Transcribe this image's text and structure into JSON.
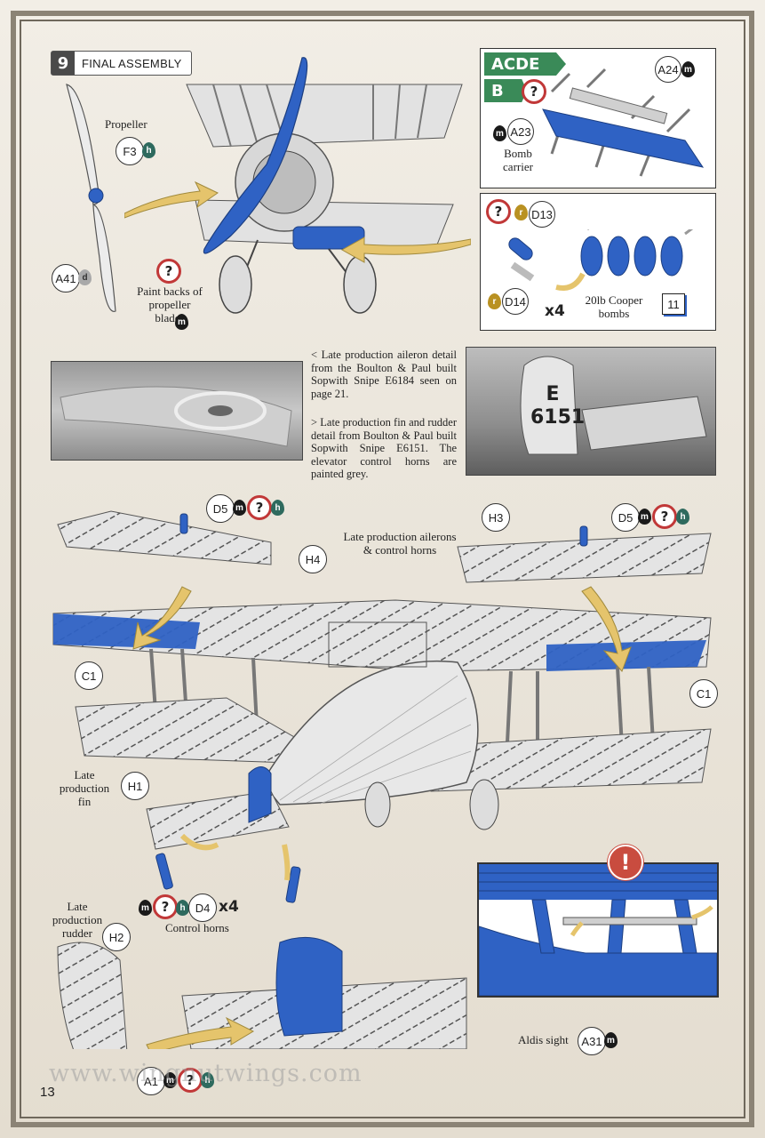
{
  "step": {
    "number": "9",
    "title": "FINAL ASSEMBLY"
  },
  "propeller": {
    "label": "Propeller",
    "part_f3": "F3",
    "paint_f3": "h",
    "part_a41": "A41",
    "paint_a41": "d",
    "note": "Paint backs of propeller blades",
    "note_paint": "m"
  },
  "bomb_carrier_panel": {
    "tag1": "ACDE",
    "tag2": "B",
    "part_a24": "A24",
    "paint_a24": "m",
    "part_a23": "A23",
    "paint_a23": "m",
    "label": "Bomb carrier"
  },
  "bombs_panel": {
    "part_d13": "D13",
    "paint_d13": "r",
    "part_d14": "D14",
    "paint_d14": "r",
    "count": "x4",
    "label": "20lb Cooper bombs",
    "ref": "11"
  },
  "captions": {
    "aileron": "< Late production aileron detail from the Boulton & Paul built Sopwith Snipe E6184 seen on page 21.",
    "fin": "> Late production fin and rudder detail from Boulton & Paul built Sopwith Snipe E6151. The elevator control horns are painted grey."
  },
  "photo_right_text": "E 6151",
  "main": {
    "aileron_label": "Late production ailerons & control horns",
    "d5_left": "D5",
    "d5_left_paint1": "m",
    "d5_left_paint2": "h",
    "d5_right": "D5",
    "d5_right_paint1": "m",
    "d5_right_paint2": "h",
    "h4": "H4",
    "h3": "H3",
    "c1_left": "C1",
    "c1_right": "C1",
    "h1": "H1",
    "fin_label": "Late production fin",
    "d4": "D4",
    "d4_count": "x4",
    "d4_paint1": "m",
    "d4_paint2": "h",
    "control_horns_label": "Control horns",
    "rudder_label": "Late production rudder",
    "h2": "H2",
    "a1": "A1",
    "a1_paint1": "m",
    "a1_paint2": "h",
    "aldis_label": "Aldis sight",
    "a31": "A31",
    "a31_paint": "m",
    "warning": "!"
  },
  "website": "www.wingnutwings.com",
  "page_number": "13",
  "colors": {
    "blue_part": "#2f62c4",
    "arrow": "#e5c46c",
    "green_tag": "#3a8a58",
    "red_q": "#c13838"
  }
}
